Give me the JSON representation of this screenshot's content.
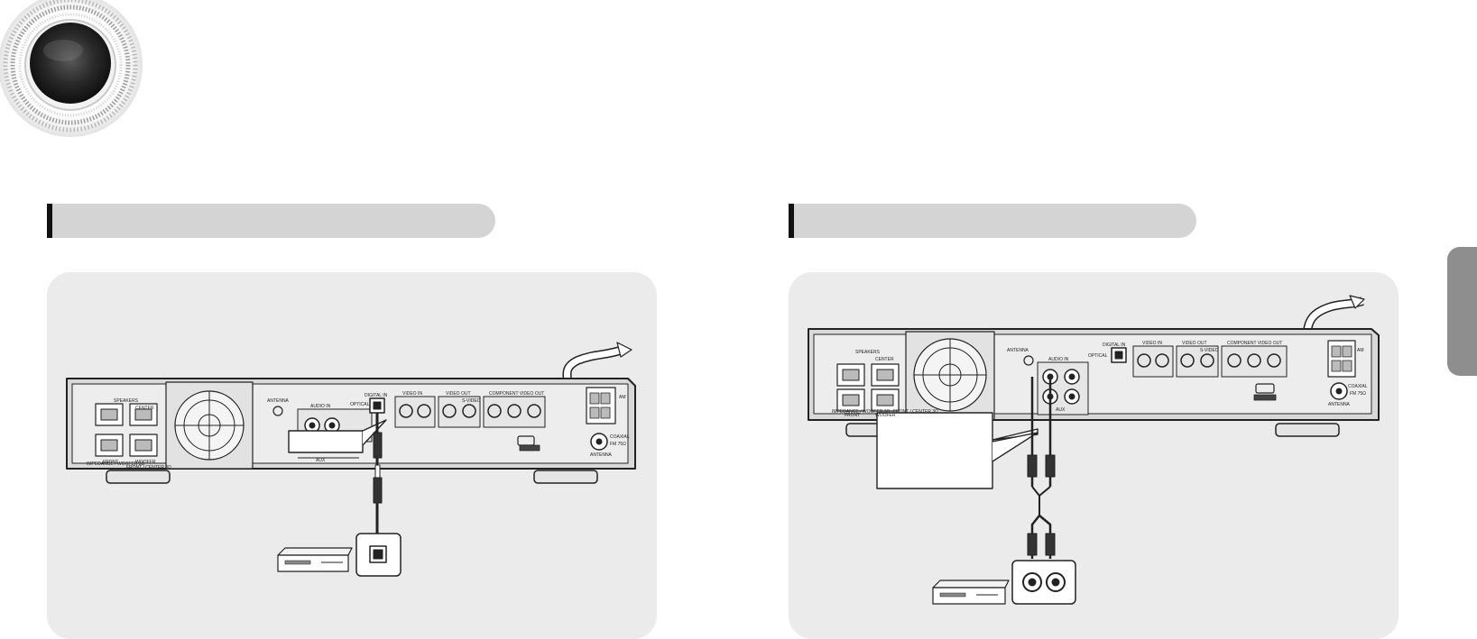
{
  "left_diagram": {
    "labels": {
      "speakers": "SPEAKERS",
      "center": "CENTER",
      "front": "FRONT",
      "woofer": "WOOFER",
      "impedance_woofer": "IMPEDANCE / WOOFER 3Ω",
      "front_center": "FRONT / CENTER 3Ω",
      "antenna_top": "ANTENNA",
      "audio_in": "AUDIO IN",
      "aux": "AUX",
      "optical": "OPTICAL",
      "digital_in": "DIGITAL IN",
      "video_in": "VIDEO IN",
      "video_out": "VIDEO OUT",
      "svideo": "S-VIDEO",
      "component_video_out": "COMPONENT VIDEO OUT",
      "am": "AM",
      "fm": "FM 75Ω",
      "coaxial": "COAXIAL",
      "antenna_bottom": "ANTENNA"
    }
  },
  "right_diagram": {
    "labels": {
      "speakers": "SPEAKERS",
      "center": "CENTER",
      "front": "FRONT",
      "woofer": "WOOFER",
      "impedance_woofer": "IMPEDANCE / WOOFER 3Ω",
      "front_center": "FRONT / CENTER 3Ω",
      "antenna_top": "ANTENNA",
      "audio_in": "AUDIO IN",
      "aux": "AUX",
      "optical": "OPTICAL",
      "digital_in": "DIGITAL IN",
      "video_in": "VIDEO IN",
      "video_out": "VIDEO OUT",
      "svideo": "S-VIDEO",
      "component_video_out": "COMPONENT VIDEO OUT",
      "am": "AM",
      "fm": "FM 75Ω",
      "coaxial": "COAXIAL",
      "antenna_bottom": "ANTENNA"
    }
  },
  "colors": {
    "panel_bg": "#ebebeb",
    "section_bar": "#d4d4d4",
    "bar_accent": "#111111",
    "side_tab": "#8e8e8e",
    "device_body": "#e9e9e9",
    "outline": "#222222"
  },
  "icons": [
    "speaker-cone-icon",
    "dvd-player-icon",
    "optical-jack-icon",
    "rca-jacks-icon",
    "cooling-fan-icon"
  ]
}
